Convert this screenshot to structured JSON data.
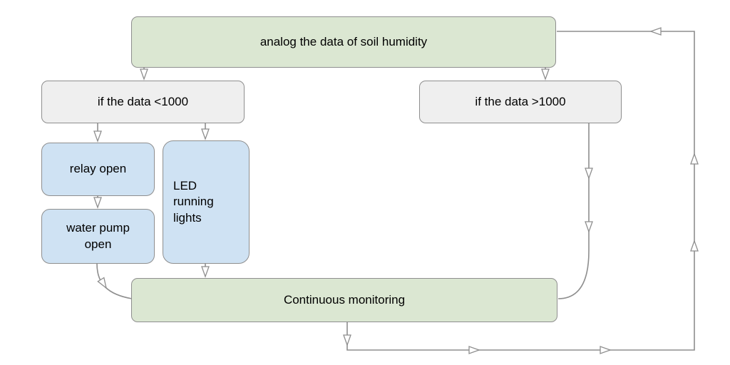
{
  "diagram_type": "flowchart",
  "nodes": {
    "analog": {
      "label": "analog the data of soil humidity",
      "fill": "#dbe7d2"
    },
    "cond_lt": {
      "label": "if the data <1000",
      "fill": "#efefef"
    },
    "cond_gt": {
      "label": "if the data >1000",
      "fill": "#efefef"
    },
    "relay": {
      "label": "relay open",
      "fill": "#cfe2f3"
    },
    "pump": {
      "label": "water pump open",
      "fill": "#cfe2f3"
    },
    "led": {
      "label": "LED running lights",
      "fill": "#cfe2f3"
    },
    "monitor": {
      "label": "Continuous monitoring",
      "fill": "#dbe7d2"
    }
  },
  "edges": [
    {
      "from": "analog",
      "to": "cond_lt"
    },
    {
      "from": "analog",
      "to": "cond_gt"
    },
    {
      "from": "cond_lt",
      "to": "relay"
    },
    {
      "from": "cond_lt",
      "to": "led"
    },
    {
      "from": "relay",
      "to": "pump"
    },
    {
      "from": "pump",
      "to": "monitor"
    },
    {
      "from": "led",
      "to": "monitor"
    },
    {
      "from": "cond_gt",
      "to": "monitor"
    },
    {
      "from": "monitor",
      "to": "analog"
    }
  ],
  "colors": {
    "process_fill": "#dbe7d2",
    "decision_fill": "#efefef",
    "action_fill": "#cfe2f3",
    "node_border": "#8e8e8e",
    "connector": "#8e8e8e",
    "arrowhead_fill": "#ffffff",
    "text": "#000000",
    "background": "#ffffff"
  }
}
